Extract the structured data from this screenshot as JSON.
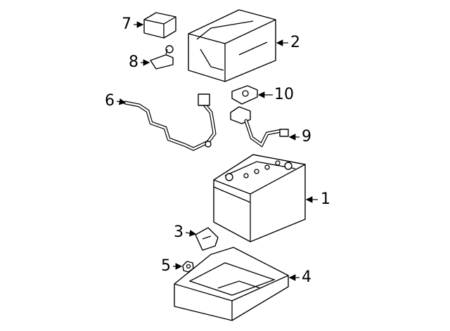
{
  "diagram": {
    "title": "Battery and mounting components",
    "callouts": [
      {
        "number": "1",
        "part": "battery"
      },
      {
        "number": "2",
        "part": "battery-box"
      },
      {
        "number": "3",
        "part": "hold-down-clamp"
      },
      {
        "number": "4",
        "part": "battery-tray"
      },
      {
        "number": "5",
        "part": "nut"
      },
      {
        "number": "6",
        "part": "wiring-harness"
      },
      {
        "number": "7",
        "part": "terminal-cover"
      },
      {
        "number": "8",
        "part": "terminal-clamp"
      },
      {
        "number": "9",
        "part": "negative-cable"
      },
      {
        "number": "10",
        "part": "bracket"
      }
    ]
  }
}
